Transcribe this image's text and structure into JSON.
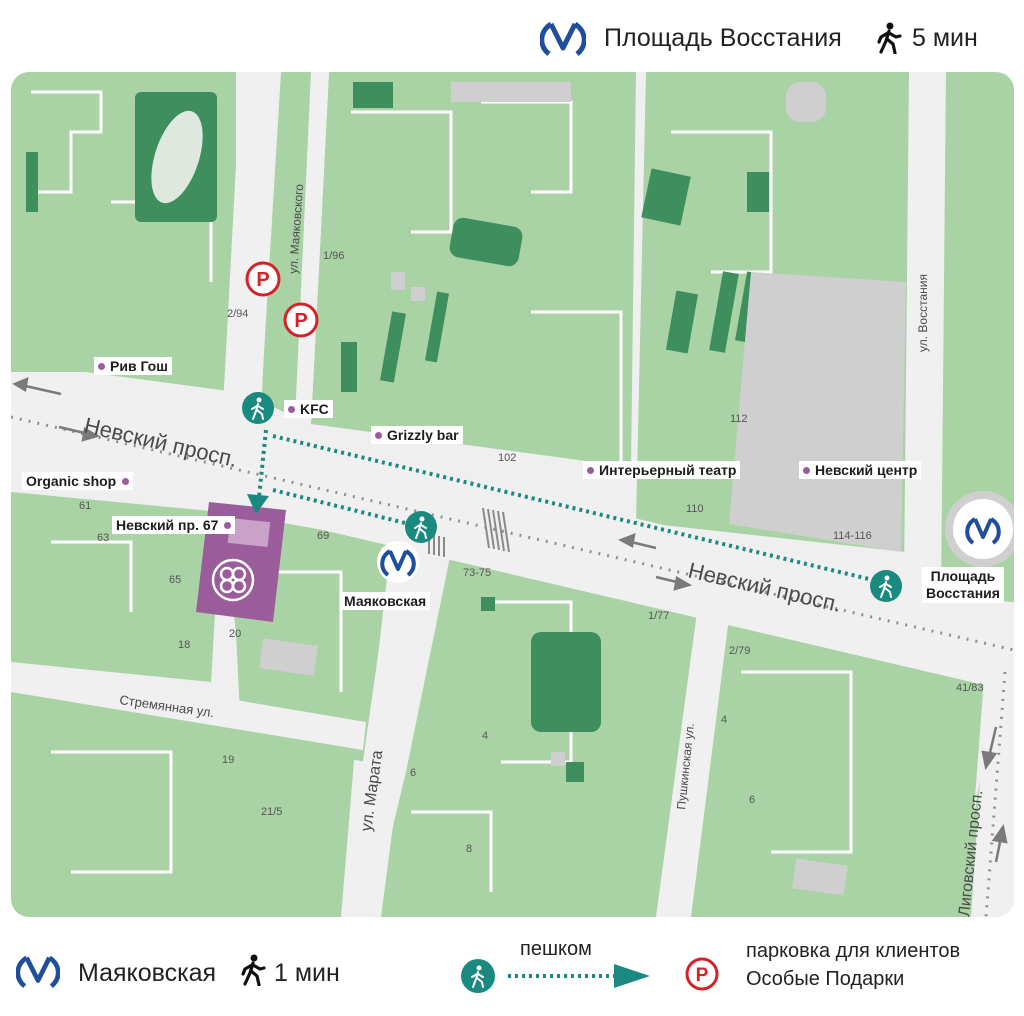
{
  "header": {
    "station": "Площадь Восстания",
    "time": "5 мин",
    "metro_icon": "metro-logo-icon",
    "walk_icon": "pedestrian-icon"
  },
  "streets": {
    "nevsky_left": "Невский просп.",
    "nevsky_right": "Невский просп.",
    "mayakovskogo": "ул. Маяковского",
    "vosstaniya": "ул. Восстания",
    "marata": "ул. Марата",
    "pushkinskaya": "Пушкинская ул.",
    "stremyannaya": "Стремянная ул.",
    "ligovsky": "Лиговский просп."
  },
  "places": {
    "riv_gosh": "Рив Гош",
    "kfc": "KFC",
    "grizzly": "Grizzly bar",
    "interior_theatre": "Интерьерный театр",
    "nevsky_center": "Невский центр",
    "organic": "Organic shop",
    "nevsky67": "Невский пр. 67",
    "mayakovskaya": "Маяковская",
    "vosstaniya_line1": "Площадь",
    "vosstaniya_line2": "Восстания"
  },
  "house_numbers": {
    "n1_96": "1/96",
    "n2_94": "2/94",
    "n102": "102",
    "n112": "112",
    "n110": "110",
    "n114_116": "114-116",
    "n61": "61",
    "n63": "63",
    "n65": "65",
    "n69": "69",
    "n73_75": "73-75",
    "n1_77": "1/77",
    "n2_79": "2/79",
    "n41_83": "41/83",
    "n18": "18",
    "n20": "20",
    "n19": "19",
    "n21_5": "21/5",
    "n4a": "4",
    "n6a": "6",
    "n8": "8",
    "n4b": "4",
    "n6b": "6"
  },
  "legend": {
    "station": "Маяковская",
    "time": "1 мин",
    "walk_label": "пешком",
    "parking_line1": "парковка для клиентов",
    "parking_line2": "Особые Подарки",
    "parking_symbol": "P"
  },
  "colors": {
    "block": "#a9d3a5",
    "road": "#f0f0f0",
    "park": "#3f8f5e",
    "route": "#1a8a80",
    "destination": "#9b5c9b",
    "parking": "#d2232a",
    "metro": "#1e4e9c",
    "gray_block": "#d0d0d0"
  }
}
